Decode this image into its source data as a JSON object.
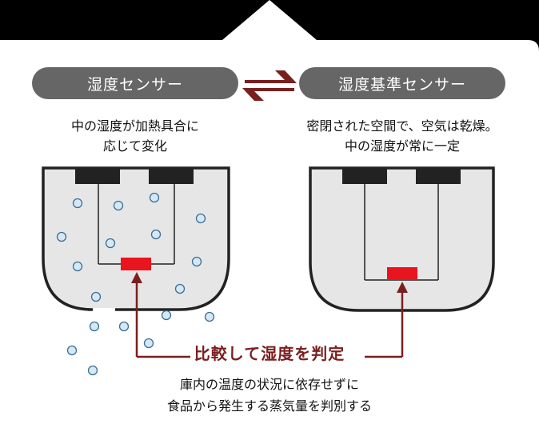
{
  "diagram": {
    "colors": {
      "panel": "#ffffff",
      "background": "#000000",
      "pill": "#666666",
      "chamber_fill": "#e6e6e6",
      "chamber_stroke": "#222222",
      "sensor": "#e8141e",
      "accent": "#7a1f1f",
      "bubble_fill": "#d6e8f5",
      "bubble_stroke": "#3a6f95"
    },
    "left": {
      "label": "湿度センサー",
      "description": [
        "中の湿度が加熱具合に",
        "応じて変化"
      ]
    },
    "exchange_icon": "bidirectional-arrows-icon",
    "right": {
      "label": "湿度基準センサー",
      "description": [
        "密閉された空間で、空気は乾燥。",
        "中の湿度が常に一定"
      ]
    },
    "result_label": "比較して湿度を判定",
    "note": [
      "庫内の温度の状況に依存せずに",
      "食品から発生する蒸気量を判別する"
    ]
  }
}
